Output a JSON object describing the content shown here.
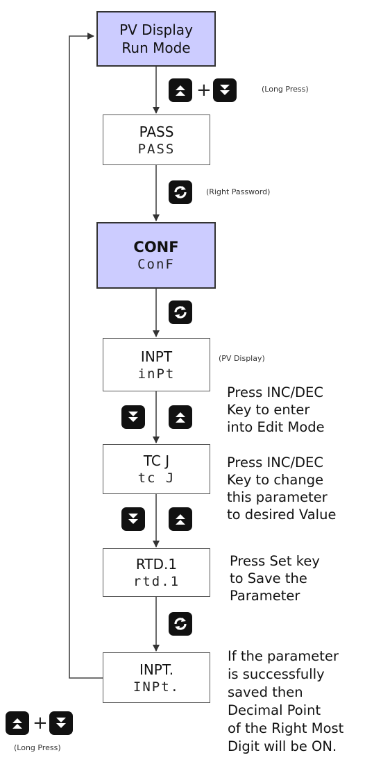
{
  "boxes": {
    "pv_display": {
      "line1": "PV Display",
      "line2": "Run Mode"
    },
    "pass": {
      "line1": "PASS",
      "line2": "PASS"
    },
    "conf": {
      "line1": "CONF",
      "line2": "ConF"
    },
    "inpt": {
      "line1": "INPT",
      "line2": "inPt"
    },
    "tcj": {
      "line1": "TC J",
      "line2": "tc J"
    },
    "rtd1": {
      "line1": "RTD.1",
      "line2": "rtd.1"
    },
    "inpt_saved": {
      "line1": "INPT.",
      "line2": "INPt."
    }
  },
  "labels": {
    "long_press_top": "(Long Press)",
    "right_password": "(Right Password)",
    "pv_display_note": "(PV Display)",
    "long_press_bottom": "(Long Press)",
    "plus": "+"
  },
  "notes": {
    "edit_mode": [
      "Press INC/DEC",
      "Key to enter",
      "into Edit Mode"
    ],
    "change_param": [
      "Press INC/DEC",
      "Key to change",
      "this parameter",
      "to desired Value"
    ],
    "save": [
      "Press Set key",
      "to Save the",
      "Parameter"
    ],
    "success": [
      "If the parameter",
      "is successfully",
      "saved then",
      "Decimal Point",
      "of the Right Most",
      "Digit will be ON."
    ]
  },
  "icons": {
    "up_key": "double-chevron-up-icon",
    "down_key": "double-chevron-down-icon",
    "set_key": "circular-arrows-icon"
  },
  "colors": {
    "highlight_box": "#ccccff",
    "key_fill": "#111111",
    "line": "#555555"
  }
}
